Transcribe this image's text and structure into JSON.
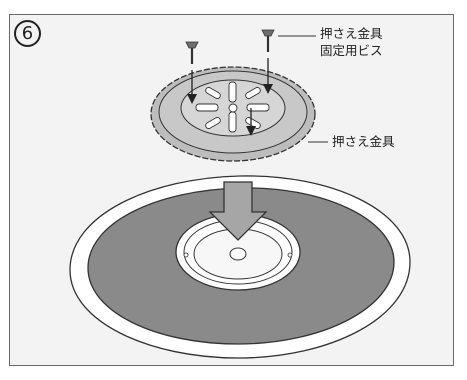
{
  "step": {
    "number": "6"
  },
  "callouts": {
    "screw_label_line1": "押さえ金具",
    "screw_label_line2": "固定用ビス",
    "bracket_label": "押さえ金具"
  },
  "colors": {
    "frame_bg": "#f3f3f3",
    "gasket_fill": "#8a8a8a",
    "bracket_fill": "#bdbdbd",
    "arrow_fill": "#a6a6a6"
  },
  "icons": {
    "step_badge": "circled-number",
    "arrows": "down-arrow-icon",
    "screws": "screw-icon"
  }
}
